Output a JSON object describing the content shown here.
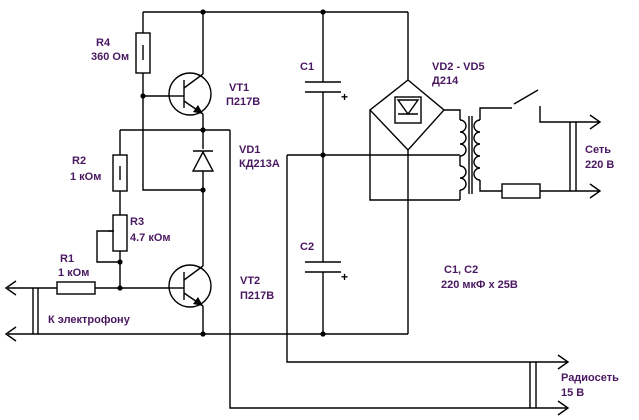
{
  "components": {
    "r4": {
      "ref": "R4",
      "value": "360 Ом"
    },
    "vt1": {
      "ref": "VT1",
      "model": "П217В"
    },
    "vd1": {
      "ref": "VD1",
      "model": "КД213А"
    },
    "r2": {
      "ref": "R2",
      "value": "1 кОм"
    },
    "r3": {
      "ref": "R3",
      "value": "4.7 кОм"
    },
    "r1": {
      "ref": "R1",
      "value": "1 кОм"
    },
    "vt2": {
      "ref": "VT2",
      "model": "П217В"
    },
    "c1": {
      "ref": "C1"
    },
    "c2": {
      "ref": "C2"
    },
    "bridge": {
      "ref": "VD2 - VD5",
      "model": "Д214"
    },
    "caps_note": {
      "refs": "C1, C2",
      "value": "220 мкФ x 25В"
    }
  },
  "terminals": {
    "mains": {
      "name": "Сеть",
      "voltage": "220 В"
    },
    "radio": {
      "name": "Радиосеть",
      "voltage": "15 В"
    },
    "phono": {
      "name": "К электрофону"
    }
  },
  "polarity_mark": "+",
  "colors": {
    "label": "#4a1860",
    "wire": "#000000",
    "background": "#ffffff"
  }
}
